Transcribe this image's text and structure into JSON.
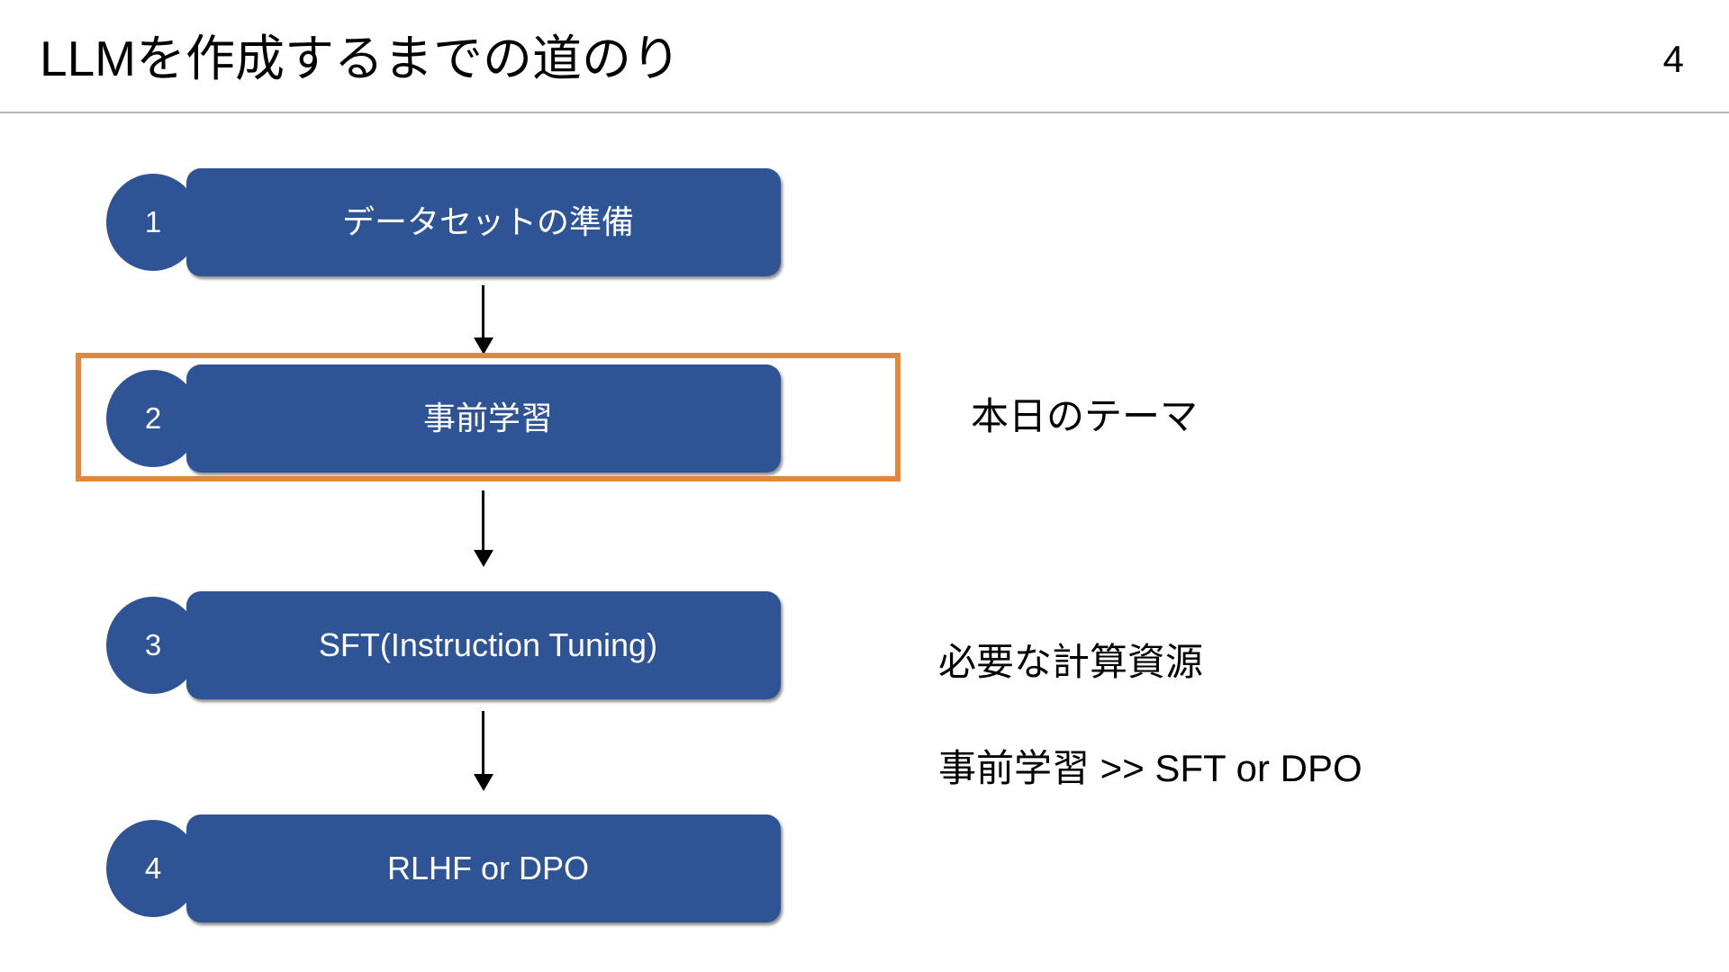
{
  "header": {
    "title": "LLMを作成するまでの道のり",
    "page_number": "4"
  },
  "flow": {
    "steps": [
      {
        "number": "1",
        "label": "データセットの準備"
      },
      {
        "number": "2",
        "label": "事前学習"
      },
      {
        "number": "3",
        "label": "SFT(Instruction Tuning)"
      },
      {
        "number": "4",
        "label": "RLHF or DPO"
      }
    ],
    "highlighted_step": "2"
  },
  "notes": [
    {
      "text": "本日のテーマ"
    },
    {
      "text": "必要な計算資源"
    },
    {
      "text": "事前学習  >> SFT or DPO"
    }
  ],
  "colors": {
    "box_blue": "#2F5496",
    "highlight_orange": "#E2883C",
    "rule_gray": "#B8B8B8",
    "text_black": "#000000",
    "box_text_white": "#FFFFFF"
  }
}
